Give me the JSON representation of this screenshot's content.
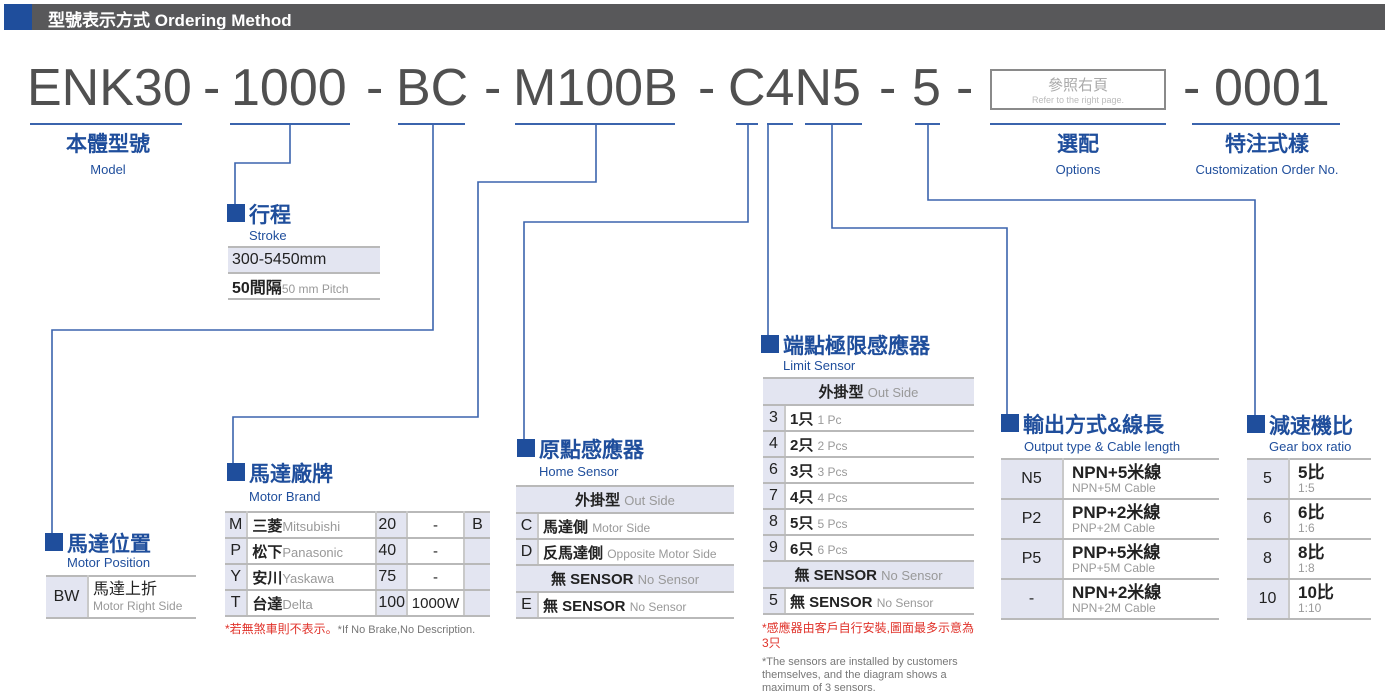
{
  "header": {
    "title": "型號表示方式 Ordering Method",
    "accent": "#1f4e9c",
    "bar_color": "#58585a"
  },
  "code": {
    "model": "ENK30",
    "stroke": "1000",
    "motor_position": "BC",
    "motor": "M100B",
    "sensors": "C4N5",
    "gear": "5",
    "options_zh": "參照右頁",
    "options_en": "Refer to the right page.",
    "custom": "0001",
    "dash": "-"
  },
  "labels": {
    "model": {
      "zh": "本體型號",
      "en": "Model"
    },
    "options": {
      "zh": "選配",
      "en": "Options"
    },
    "custom": {
      "zh": "特注式樣",
      "en": "Customization Order No."
    }
  },
  "stroke": {
    "title": "行程",
    "subtitle": "Stroke",
    "range": "300-5450mm",
    "pitch_zh": "50間隔",
    "pitch_en": "50 mm Pitch"
  },
  "motor_position": {
    "title": "馬達位置",
    "subtitle": "Motor Position",
    "rows": [
      {
        "code": "BW",
        "zh": "馬達上折",
        "en": "Motor Right Side"
      }
    ]
  },
  "motor_brand": {
    "title": "馬達廠牌",
    "subtitle": "Motor Brand",
    "rows": [
      {
        "code": "M",
        "zh": "三菱",
        "en": "Mitsubishi",
        "power": "20",
        "watt": "-",
        "brake": "B"
      },
      {
        "code": "P",
        "zh": "松下",
        "en": "Panasonic",
        "power": "40",
        "watt": "-",
        "brake": ""
      },
      {
        "code": "Y",
        "zh": "安川",
        "en": "Yaskawa",
        "power": "75",
        "watt": "-",
        "brake": ""
      },
      {
        "code": "T",
        "zh": "台達",
        "en": "Delta",
        "power": "100",
        "watt": "1000W",
        "brake": ""
      }
    ],
    "note_zh": "*若無煞車則不表示。",
    "note_en": "*If No Brake,No Description."
  },
  "home_sensor": {
    "title": "原點感應器",
    "subtitle": "Home Sensor",
    "group1": {
      "zh": "外掛型",
      "en": "Out Side"
    },
    "rows": [
      {
        "code": "C",
        "zh": "馬達側",
        "en": "Motor Side"
      },
      {
        "code": "D",
        "zh": "反馬達側",
        "en": "Opposite Motor Side"
      }
    ],
    "group2": {
      "zh": "無 SENSOR",
      "en": "No Sensor"
    },
    "rows2": [
      {
        "code": "E",
        "zh": "無 SENSOR",
        "en": "No Sensor"
      }
    ]
  },
  "limit_sensor": {
    "title": "端點極限感應器",
    "subtitle": "Limit Sensor",
    "group1": {
      "zh": "外掛型",
      "en": "Out Side"
    },
    "rows": [
      {
        "code": "3",
        "zh": "1只",
        "en": "1 Pc"
      },
      {
        "code": "4",
        "zh": "2只",
        "en": "2 Pcs"
      },
      {
        "code": "6",
        "zh": "3只",
        "en": "3 Pcs"
      },
      {
        "code": "7",
        "zh": "4只",
        "en": "4 Pcs"
      },
      {
        "code": "8",
        "zh": "5只",
        "en": "5 Pcs"
      },
      {
        "code": "9",
        "zh": "6只",
        "en": "6 Pcs"
      }
    ],
    "group2": {
      "zh": "無 SENSOR",
      "en": "No Sensor"
    },
    "rows2": [
      {
        "code": "5",
        "zh": "無 SENSOR",
        "en": "No Sensor"
      }
    ],
    "note_zh": "*感應器由客戶自行安裝,圖面最多示意為3只",
    "note_en": "*The sensors are installed by customers themselves, and the diagram shows a maximum of 3 sensors."
  },
  "output": {
    "title": "輸出方式&線長",
    "subtitle": "Output type & Cable length",
    "rows": [
      {
        "code": "N5",
        "zh": "NPN+5米線",
        "en": "NPN+5M Cable"
      },
      {
        "code": "P2",
        "zh": "PNP+2米線",
        "en": "PNP+2M Cable"
      },
      {
        "code": "P5",
        "zh": "PNP+5米線",
        "en": "PNP+5M Cable"
      },
      {
        "code": "-",
        "zh": "NPN+2米線",
        "en": "NPN+2M Cable"
      }
    ]
  },
  "gear": {
    "title": "減速機比",
    "subtitle": "Gear box ratio",
    "rows": [
      {
        "code": "5",
        "zh": "5比",
        "en": "1:5"
      },
      {
        "code": "6",
        "zh": "6比",
        "en": "1:6"
      },
      {
        "code": "8",
        "zh": "8比",
        "en": "1:8"
      },
      {
        "code": "10",
        "zh": "10比",
        "en": "1:10"
      }
    ]
  }
}
